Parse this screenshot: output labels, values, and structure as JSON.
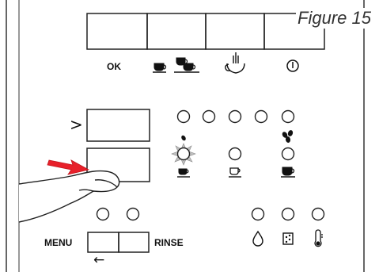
{
  "caption": "Figure 15",
  "labels": {
    "ok": "OK",
    "menu": "MENU",
    "rinse": "RINSE",
    "next": ">",
    "back": "←"
  },
  "top_buttons": [
    {
      "name": "ok-button",
      "label": "OK"
    },
    {
      "name": "coffee-size-button",
      "icon": "cup-icon"
    },
    {
      "name": "steam-button",
      "icon": "steam-icon"
    },
    {
      "name": "power-button",
      "icon": "power-icon"
    }
  ],
  "indicators": {
    "row1_count": 5,
    "row2": [
      "small-coffee-indicator",
      "espresso-indicator",
      "large-coffee-indicator"
    ],
    "row2_active": "small-coffee-indicator",
    "bottom_left_count": 2,
    "bottom_right": [
      "water-indicator",
      "grounds-indicator",
      "temperature-indicator"
    ]
  },
  "colors": {
    "line": "#222222",
    "arrow": "#e8202a",
    "glow": "#bfbfbf"
  }
}
